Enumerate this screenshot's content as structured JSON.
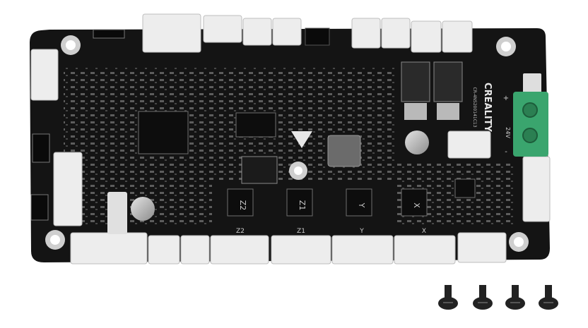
{
  "board": {
    "brand": "CREALITY",
    "model": "CR-4NS200141C13",
    "power_label": "24V",
    "power_plus": "+",
    "power_minus": "-",
    "driver_labels": [
      "Z2",
      "Z1",
      "Y",
      "X"
    ],
    "bottom_labels": [
      "Z2",
      "Z1",
      "Y",
      "X"
    ],
    "colors": {
      "pcb": "#141414",
      "connector": "#ededed",
      "terminal": "#3aa56e",
      "silk": "#d8d8d8"
    }
  },
  "screws": {
    "count": 4,
    "color": "#222222"
  }
}
